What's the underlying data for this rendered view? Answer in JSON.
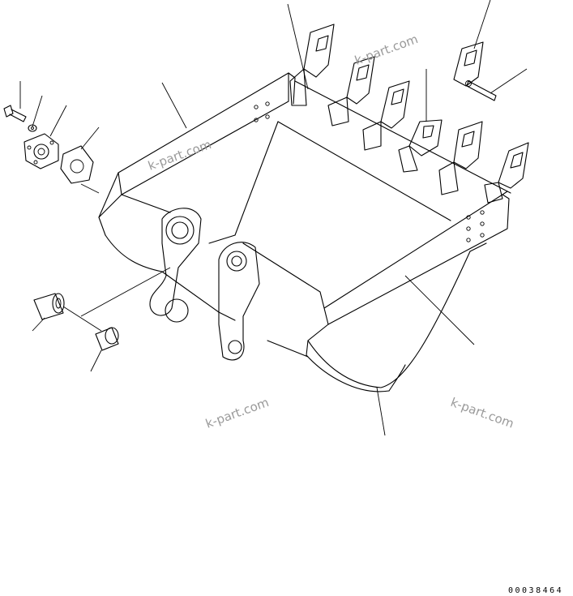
{
  "watermarks": [
    "k-part.com",
    "k-part.com",
    "k-part.com",
    "k-part.com"
  ],
  "drawing_number": "00038464"
}
